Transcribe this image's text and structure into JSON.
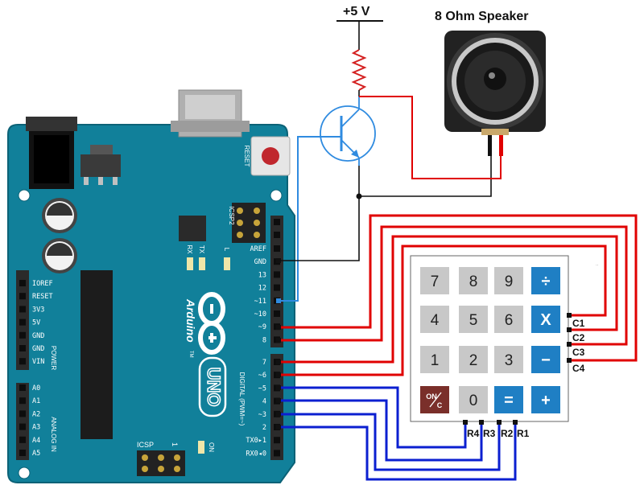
{
  "title_speaker": "8 Ohm Speaker",
  "supply_label": "+5 V",
  "board": {
    "brand": "Arduino",
    "trademark": "TM",
    "model": "UNO",
    "reset_label": "RESET",
    "icsp_label": "ICSP",
    "icsp2_label": "ICSP2",
    "on_label": "ON",
    "digital_label": "DIGITAL (PWM=~)",
    "analog_label": "ANALOG IN",
    "power_label": "POWER",
    "tx_label": "TX",
    "rx_label": "RX",
    "l_label": "L",
    "icsp_one": "1",
    "power_pins": [
      "IOREF",
      "RESET",
      "3V3",
      "5V",
      "GND",
      "GND",
      "VIN"
    ],
    "analog_pins": [
      "A0",
      "A1",
      "A2",
      "A3",
      "A4",
      "A5"
    ],
    "digital_top": [
      "AREF",
      "GND",
      "13",
      "12",
      "~11",
      "~10",
      "~9",
      "8"
    ],
    "digital_bottom": [
      "7",
      "~6",
      "~5",
      "4",
      "~3",
      "2",
      "TX0▸1",
      "RX0◂0"
    ]
  },
  "keypad": {
    "rows": [
      [
        "7",
        "8",
        "9",
        "÷"
      ],
      [
        "4",
        "5",
        "6",
        "X"
      ],
      [
        "1",
        "2",
        "3",
        "−"
      ],
      [
        "ON/C",
        "0",
        "=",
        "+"
      ]
    ],
    "on_key": {
      "top": "ON",
      "bottom": "C"
    },
    "col_labels": [
      "C1",
      "C2",
      "C3",
      "C4"
    ],
    "row_labels": [
      "R4",
      "R3",
      "R2",
      "R1"
    ]
  },
  "colors": {
    "board": "#11809a",
    "header": "#2b2b2b",
    "wire_red": "#e00000",
    "wire_blue": "#0b1fd0",
    "wire_black": "#111111",
    "wire_signal": "#2f8be0",
    "transistor": "#2f8be0",
    "key_gray": "#c8c8c8",
    "key_blue": "#1f7fc4",
    "key_onc": "#7a2f2a"
  }
}
